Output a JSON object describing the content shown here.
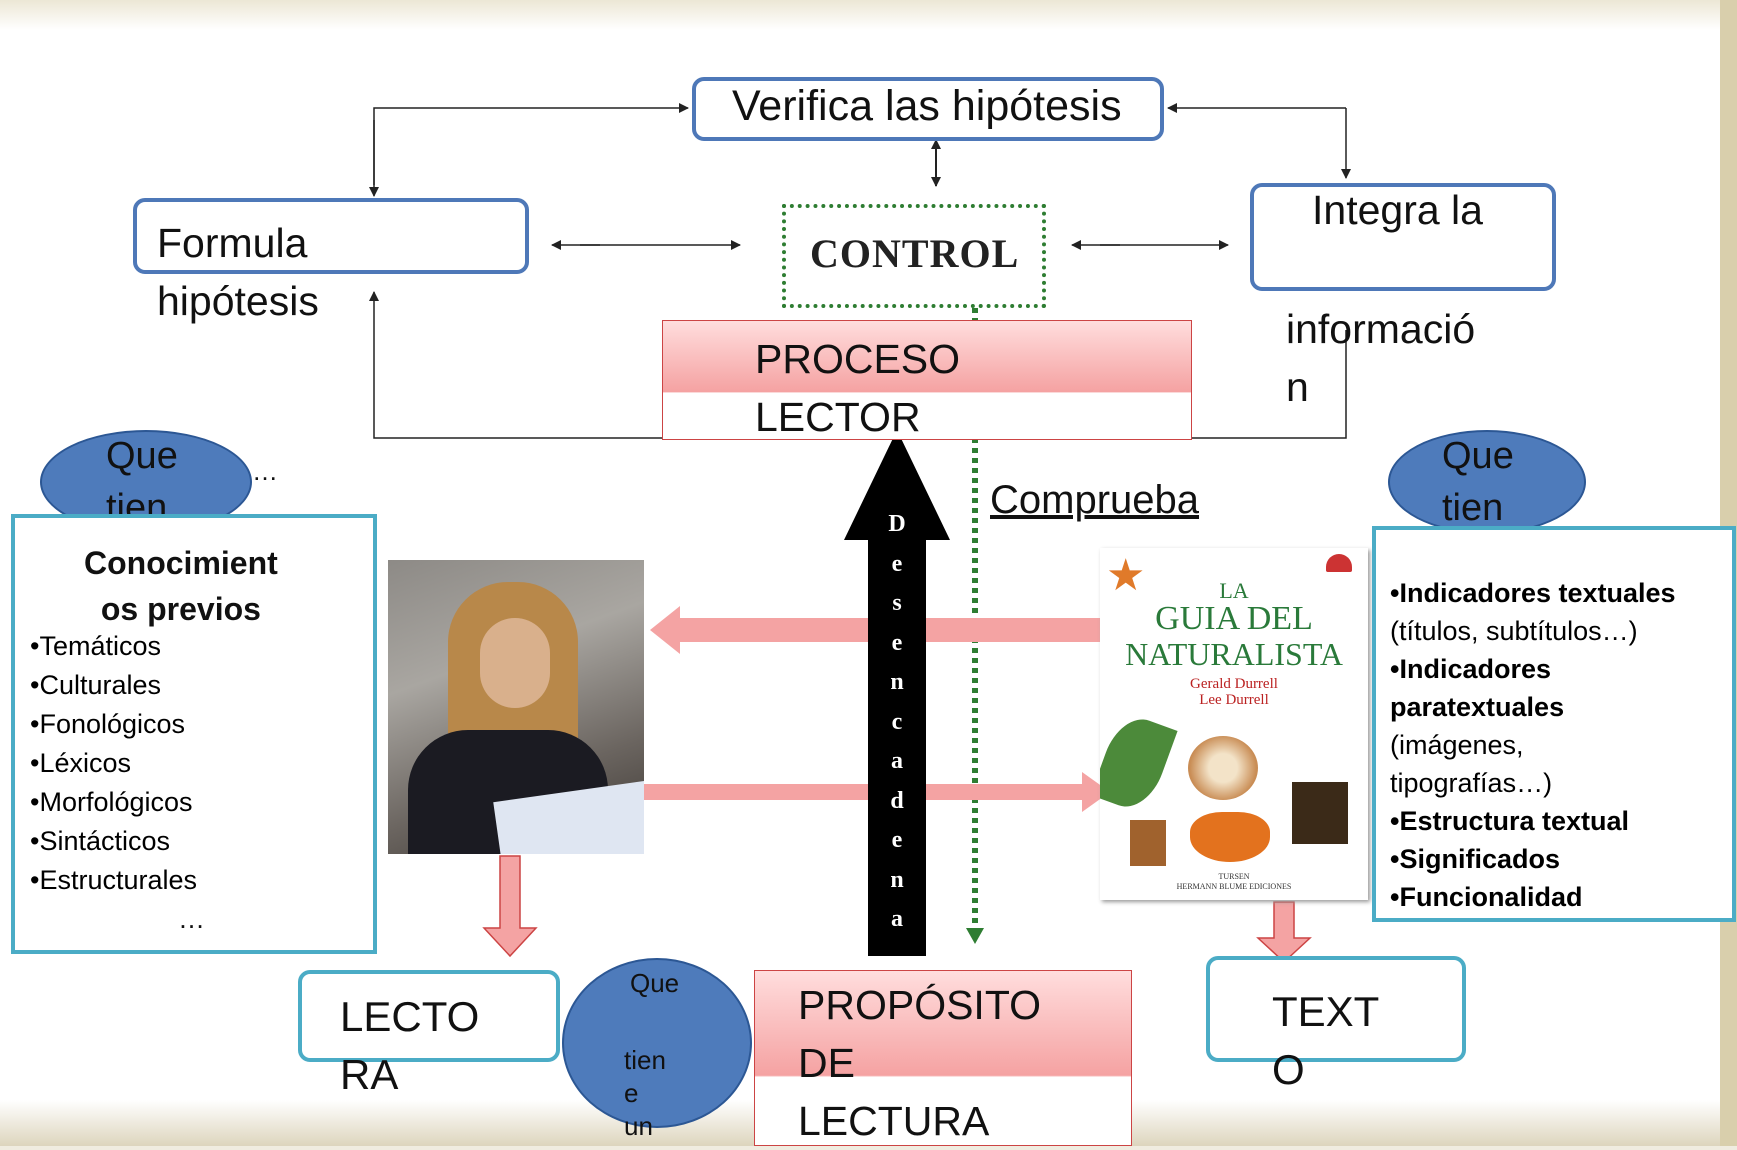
{
  "nodes": {
    "verifica": "Verifica las hipótesis",
    "control": "CONTROL",
    "formula": "Formula\nhipótesis",
    "integra_1": "Integra la",
    "integra_2": "informació\nn",
    "proceso": "PROCESO\nLECTOR",
    "comprueba": "Comprueba",
    "desencadena": [
      "D",
      "e",
      "s",
      "e",
      "n",
      "c",
      "a",
      "d",
      "e",
      "n",
      "a"
    ],
    "lectora": "LECTO\nRA",
    "texto": "TEXT\nO",
    "proposito": "PROPÓSITO\nDE\nLECTURA"
  },
  "ovals": {
    "left": "Que\ntien\ne",
    "right": "Que\ntien\ne",
    "bottom_1": "Que",
    "bottom_2": "tien\ne\nun"
  },
  "ellipsis_small": "…",
  "left_panel": {
    "title": "Conocimient\nos previos",
    "items": [
      "•Temáticos",
      "•Culturales",
      "•Fonológicos",
      "•Léxicos",
      "•Morfológicos",
      "•Sintácticos",
      "•Estructurales"
    ],
    "ellipsis": "…"
  },
  "right_panel": {
    "items": [
      {
        "bold": "•Indicadores textuales",
        "normal": ""
      },
      {
        "bold": "",
        "normal": "(títulos, subtítulos…)"
      },
      {
        "bold": "•Indicadores",
        "normal": ""
      },
      {
        "bold": "paratextuales",
        "normal": ""
      },
      {
        "bold": "",
        "normal": "(imágenes,"
      },
      {
        "bold": "",
        "normal": "tipografías…)"
      },
      {
        "bold": "•Estructura textual",
        "normal": ""
      },
      {
        "bold": "•Significados",
        "normal": ""
      },
      {
        "bold": "•Funcionalidad",
        "normal": ""
      }
    ]
  },
  "book": {
    "la": "LA",
    "title_1": "GUIA DEL",
    "title_2": "NATURALISTA",
    "author_1": "Gerald Durrell",
    "author_2": "Lee Durrell",
    "publisher_1": "TURSEN",
    "publisher_2": "HERMANN BLUME EDICIONES"
  },
  "colors": {
    "box_border": "#4e78b8",
    "panel_border": "#4bacc6",
    "oval_fill": "#4e7bbb",
    "pink_arrow": "#f4a3a3",
    "control_dots": "#2e7d32"
  }
}
